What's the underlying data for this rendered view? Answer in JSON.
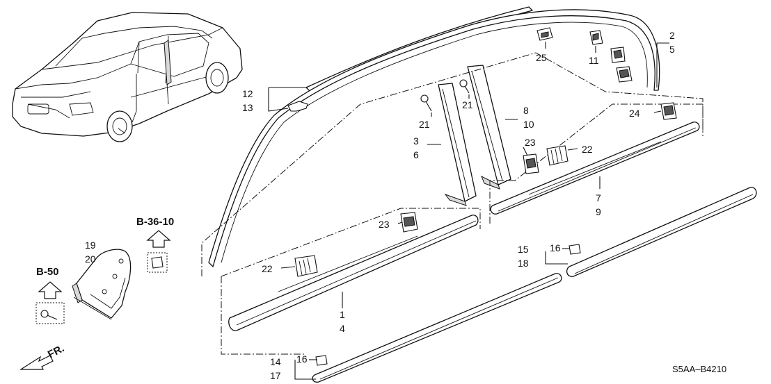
{
  "callouts": {
    "c1": "1",
    "c2": "2",
    "c3": "3",
    "c4": "4",
    "c5": "5",
    "c6": "6",
    "c7": "7",
    "c8": "8",
    "c9": "9",
    "c10": "10",
    "c11": "11",
    "c12": "12",
    "c13": "13",
    "c14": "14",
    "c15": "15",
    "c16a": "16",
    "c16b": "16",
    "c17": "17",
    "c18": "18",
    "c19": "19",
    "c20": "20",
    "c21a": "21",
    "c21b": "21",
    "c22a": "22",
    "c22b": "22",
    "c23a": "23",
    "c23b": "23",
    "c24": "24",
    "c25": "25"
  },
  "references": {
    "b36": "B-36-10",
    "b50": "B-50"
  },
  "front_label": "FR.",
  "diagram_code": "S5AA–B4210"
}
